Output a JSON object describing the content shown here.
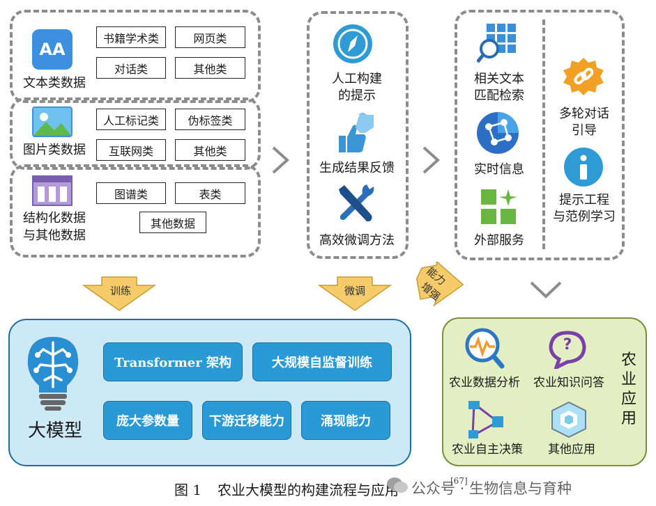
{
  "left_panel": {
    "text": {
      "label": "文本类数据",
      "tags": [
        "书籍学术类",
        "网页类",
        "对话类",
        "其他类"
      ],
      "icon": "text-font-icon",
      "icon_text": "AA"
    },
    "image": {
      "label": "图片类数据",
      "tags": [
        "人工标记类",
        "伪标签类",
        "互联网类",
        "其他类"
      ],
      "icon": "picture-icon"
    },
    "struct": {
      "label_line1": "结构化数据",
      "label_line2": "与其他数据",
      "tags": [
        "图谱类",
        "表类",
        "其他数据"
      ],
      "icon": "table-icon"
    }
  },
  "middle_panel": {
    "items": [
      {
        "line1": "人工构建",
        "line2": "的提示",
        "icon": "compass-icon"
      },
      {
        "line1": "生成结果反馈",
        "icon": "thumbs-icon"
      },
      {
        "line1": "高效微调方法",
        "icon": "tools-icon"
      }
    ]
  },
  "right_panel": {
    "items": [
      {
        "line1": "相关文本",
        "line2": "匹配检索",
        "icon": "grid-search-icon"
      },
      {
        "line1": "实时信息",
        "icon": "network-globe-icon"
      },
      {
        "line1": "外部服务",
        "icon": "service-grid-icon"
      },
      {
        "line1": "多轮对话",
        "line2": "引导",
        "icon": "link-gear-icon"
      },
      {
        "line1": "提示工程",
        "line2": "与范例学习",
        "icon": "info-icon"
      }
    ]
  },
  "arrows": {
    "train": "训练",
    "finetune": "微调",
    "enhance_line1": "能力",
    "enhance_line2": "增强"
  },
  "model_panel": {
    "title": "大模型",
    "features": [
      "Transformer 架构",
      "大规模自监督训练",
      "庞大参数量",
      "下游迁移能力",
      "涌现能力"
    ],
    "icon": "brain-bulb-icon"
  },
  "app_panel": {
    "title_chars": [
      "农",
      "业",
      "应",
      "用"
    ],
    "items": [
      "农业数据分析",
      "农业知识问答",
      "农业自主决策",
      "其他应用"
    ],
    "icons": [
      "data-analysis-icon",
      "chat-question-icon",
      "decision-icon",
      "cube-icon"
    ]
  },
  "caption": {
    "fig": "图 1",
    "text": "农业大模型的构建流程与应用",
    "ref": "[67]"
  },
  "watermark": "公众号 · 生物信息与育种",
  "colors": {
    "dash": "#8c8c8c",
    "model_bg": "#cde9f6",
    "model_btn": "#2a9ad6",
    "app_bg": "#e3efc2"
  }
}
